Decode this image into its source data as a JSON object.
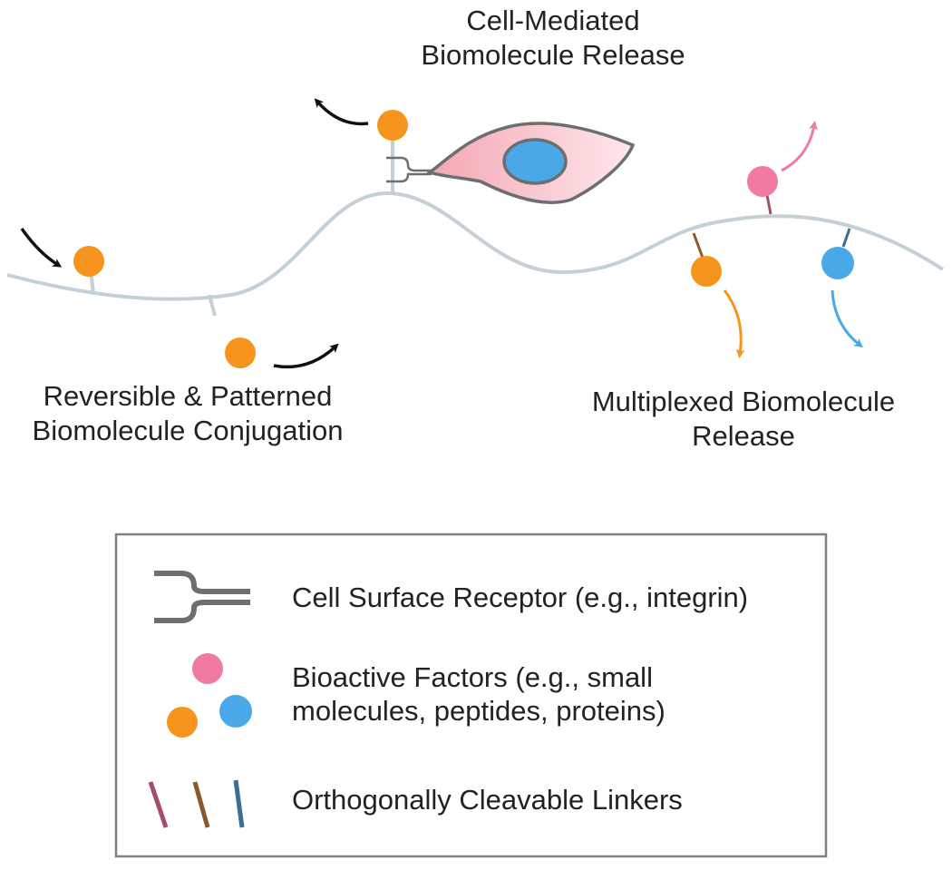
{
  "labels": {
    "cell_mediated": [
      "Cell-Mediated",
      "Biomolecule Release"
    ],
    "reversible": [
      "Reversible & Patterned",
      "Biomolecule Conjugation"
    ],
    "multiplexed": [
      "Multiplexed Biomolecule",
      "Release"
    ]
  },
  "legend": {
    "receptor": "Cell Surface Receptor (e.g., integrin)",
    "factors": [
      "Bioactive Factors (e.g., small",
      "molecules, peptides, proteins)"
    ],
    "linkers": "Orthogonally Cleavable Linkers"
  },
  "colors": {
    "fiber": "#c5d0d6",
    "orange": "#f7941d",
    "pink": "#f07aa0",
    "blue": "#4aa8e8",
    "cell_fill": "#f6c3c9",
    "cell_outline": "#6d6e71",
    "receptor": "#6d6e71",
    "linker_mauve": "#a14f6a",
    "linker_brown": "#8b5a2b",
    "linker_teal": "#3b6e8f",
    "arrow": "#111111",
    "legend_border": "#808080"
  },
  "icons": [
    "receptor-icon",
    "bioactive-factor-icon",
    "cleavable-linker-icon",
    "curved-arrow-icon",
    "cell-icon",
    "fiber-icon"
  ]
}
